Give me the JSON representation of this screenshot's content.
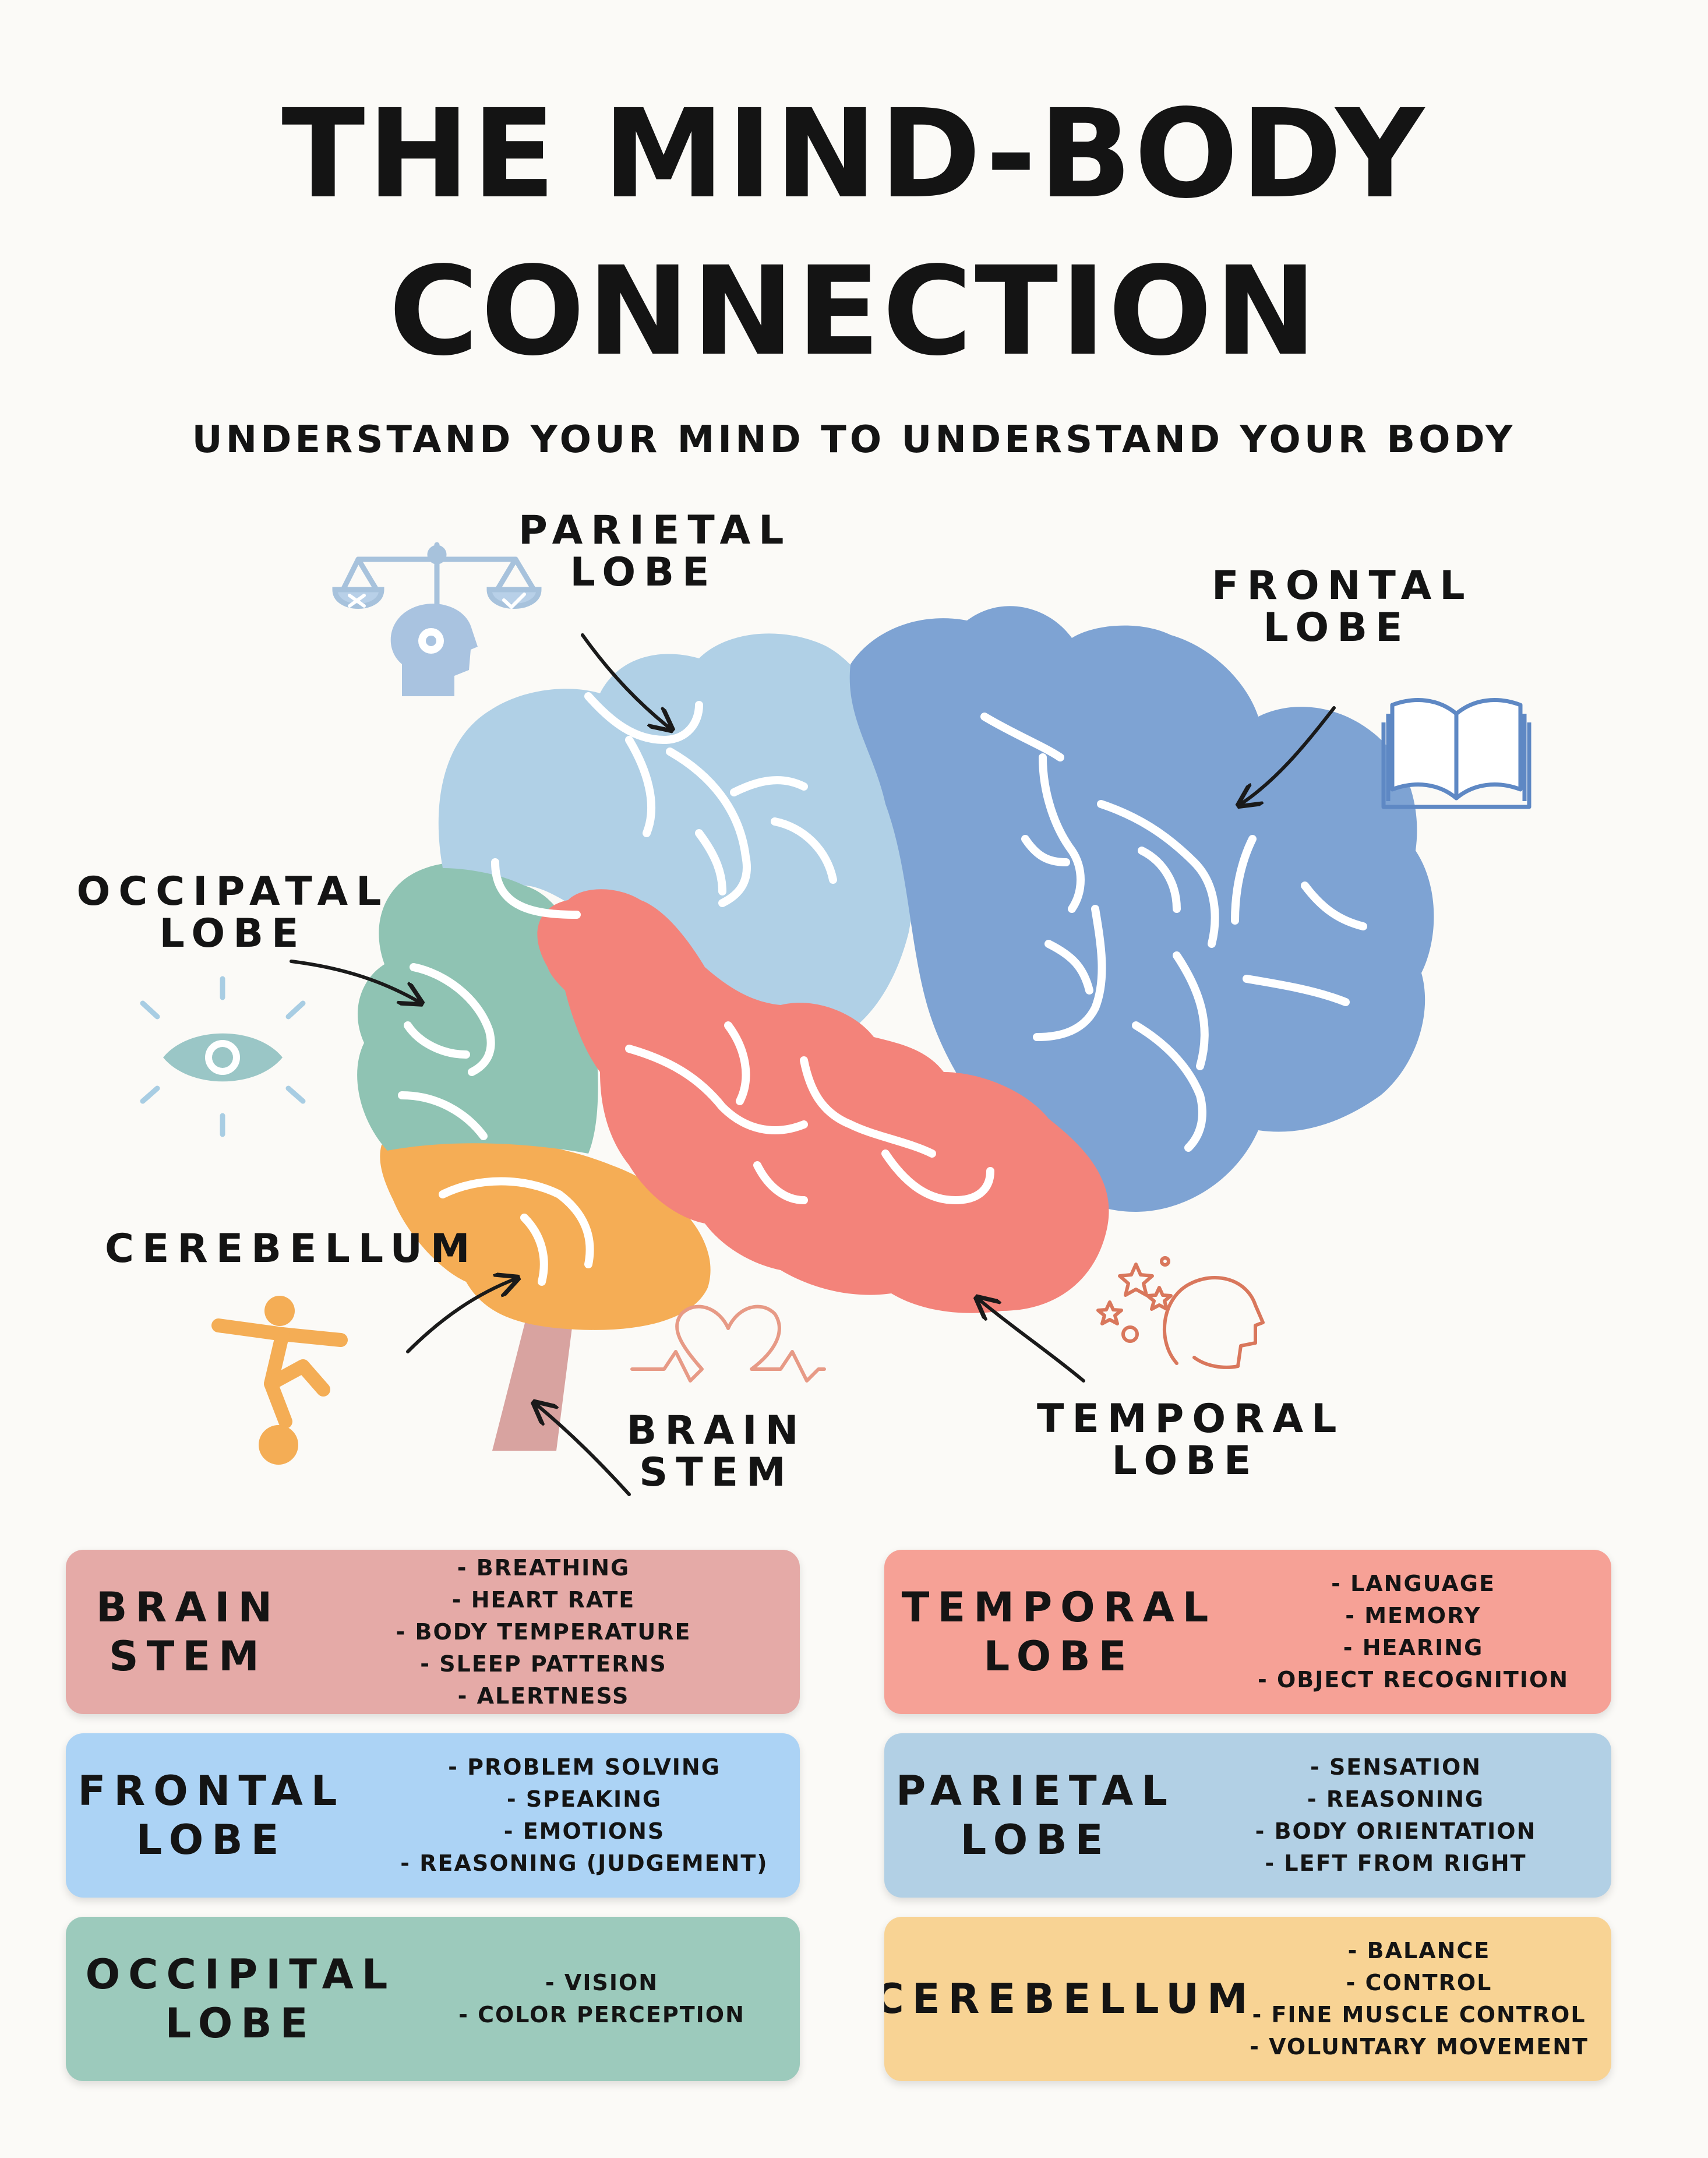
{
  "title": {
    "line1": "THE MIND-BODY",
    "line2": "CONNECTION"
  },
  "subtitle": "UNDERSTAND YOUR MIND TO UNDERSTAND YOUR BODY",
  "labels": {
    "parietal": {
      "line1": "PARIETAL",
      "line2": "LOBE"
    },
    "frontal": {
      "line1": "FRONTAL",
      "line2": "LOBE"
    },
    "occipital": {
      "line1": "OCCIPATAL",
      "line2": "LOBE"
    },
    "cerebellum": {
      "line1": "CEREBELLUM"
    },
    "brain_stem": {
      "line1": "BRAIN",
      "line2": "STEM"
    },
    "temporal": {
      "line1": "TEMPORAL",
      "line2": "LOBE"
    }
  },
  "colors": {
    "parietal": "#b0d0e6",
    "frontal": "#7ea3d3",
    "occipital": "#8fc3b3",
    "temporal": "#f3837a",
    "cerebellum": "#f5ad55",
    "brain_stem": "#d8a3a0"
  },
  "icons": [
    "scales-icon",
    "head-gear-icon",
    "open-book-icon",
    "eye-icon",
    "balance-figure-icon",
    "heart-heartbeat-icon",
    "head-stars-icon"
  ],
  "cards": {
    "brain_stem": {
      "name1": "BRAIN",
      "name2": "STEM",
      "color": "#e5aaa7",
      "items": [
        "- BREATHING",
        "- HEART RATE",
        "- BODY TEMPERATURE",
        "- SLEEP PATTERNS",
        "- ALERTNESS"
      ]
    },
    "temporal": {
      "name1": "TEMPORAL",
      "name2": "LOBE",
      "color": "#f6a196",
      "items": [
        "- LANGUAGE",
        "- MEMORY",
        "- HEARING",
        "- OBJECT RECOGNITION"
      ]
    },
    "frontal": {
      "name1": "FRONTAL",
      "name2": "LOBE",
      "color": "#acd3f5",
      "items": [
        "- PROBLEM SOLVING",
        "- SPEAKING",
        "- EMOTIONS",
        "- REASONING (JUDGEMENT)"
      ]
    },
    "parietal": {
      "name1": "PARIETAL",
      "name2": "LOBE",
      "color": "#b2d0e5",
      "items": [
        "- SENSATION",
        "- REASONING",
        "- BODY ORIENTATION",
        "- LEFT FROM RIGHT"
      ]
    },
    "occipital": {
      "name1": "OCCIPITAL",
      "name2": "LOBE",
      "color": "#9ccabc",
      "items": [
        "- VISION",
        "- COLOR PERCEPTION"
      ]
    },
    "cerebellum": {
      "name1": "CEREBELLUM",
      "name2": "",
      "color": "#f8d394",
      "items": [
        "- BALANCE",
        "- CONTROL",
        "- FINE MUSCLE CONTROL",
        "- VOLUNTARY MOVEMENT"
      ]
    }
  }
}
